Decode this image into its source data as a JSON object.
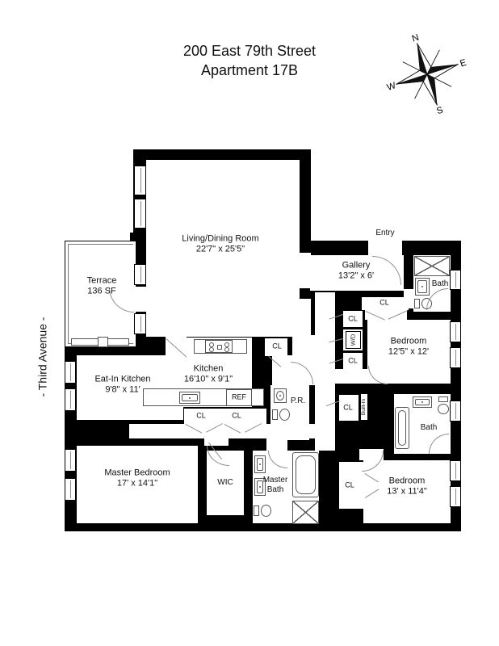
{
  "title": {
    "line1": "200 East 79th Street",
    "line2": "Apartment 17B"
  },
  "street_label": "- Third Avenue -",
  "compass": {
    "north": "N",
    "east": "E",
    "south": "S",
    "west": "W"
  },
  "rooms": {
    "living_dining": {
      "name": "Living/Dining Room",
      "dims": "22'7\" x 25'5\""
    },
    "terrace": {
      "name": "Terrace",
      "area": "136 SF"
    },
    "gallery": {
      "name": "Gallery",
      "dims": "13'2\" x 6'"
    },
    "bath_top": {
      "name": "Bath"
    },
    "bedroom_1": {
      "name": "Bedroom",
      "dims": "12'5\" x 12'"
    },
    "eat_in_kitchen": {
      "name": "Eat-In Kitchen",
      "dims": "9'8\" x 11'"
    },
    "kitchen": {
      "name": "Kitchen",
      "dims": "16'10\" x 9'1\""
    },
    "powder_room": {
      "name": "P.R."
    },
    "bath_middle": {
      "name": "Bath"
    },
    "master_bedroom": {
      "name": "Master Bedroom",
      "dims": "17' x 14'1\""
    },
    "wic": {
      "name": "WIC"
    },
    "master_bath": {
      "name": "Master Bath"
    },
    "bedroom_2": {
      "name": "Bedroom",
      "dims": "13' x 11'4\""
    }
  },
  "labels": {
    "entry": "Entry",
    "closet": "CL",
    "washer_dryer": "W/D",
    "built_in": "Built-In",
    "refrigerator": "REF"
  }
}
